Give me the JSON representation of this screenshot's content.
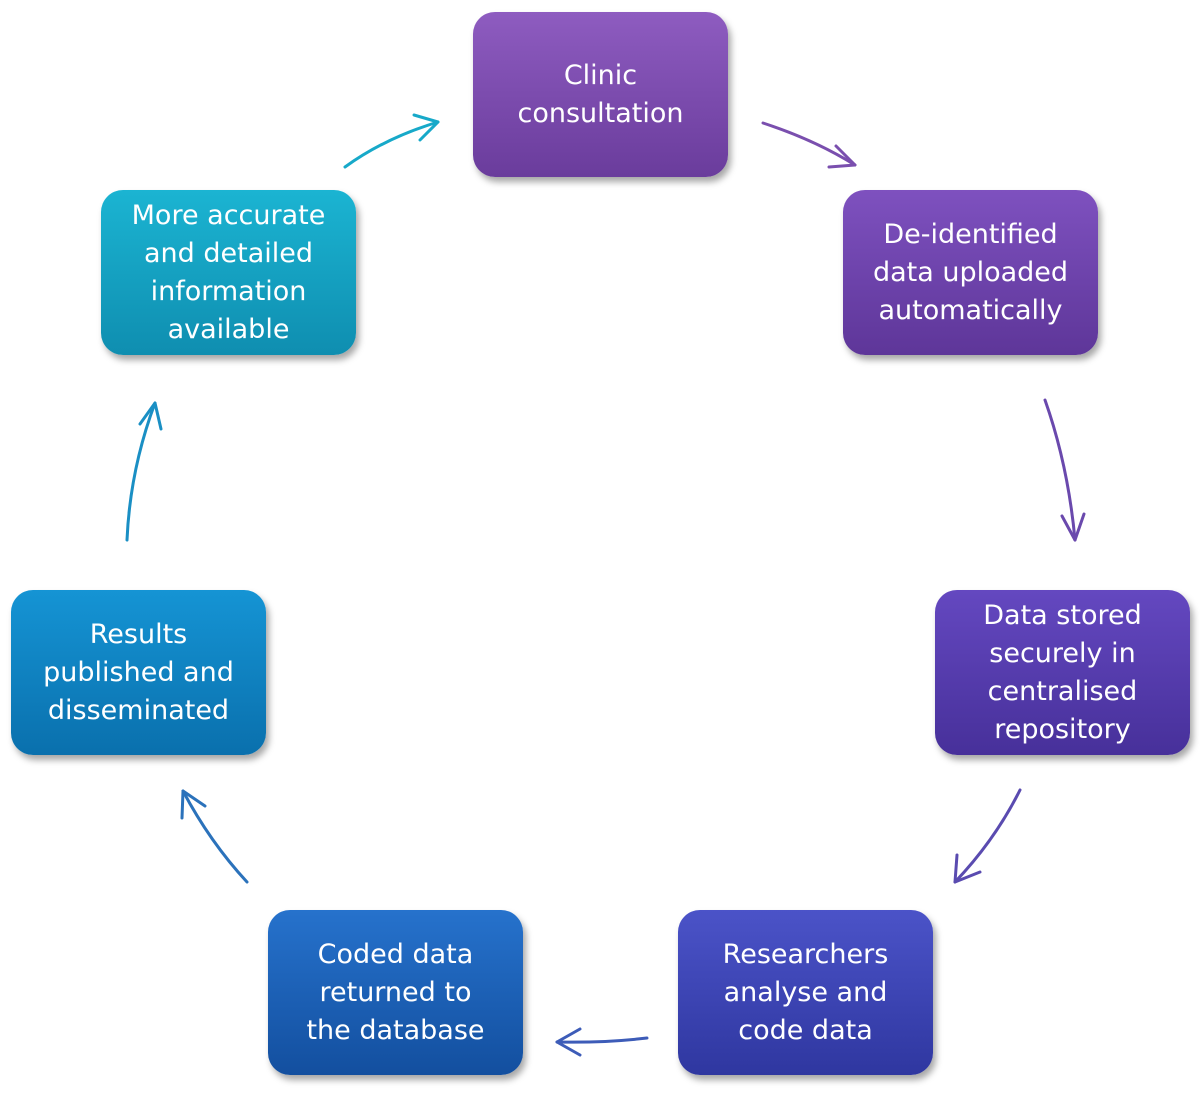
{
  "steps": [
    {
      "id": "clinic",
      "text": "Clinic\nconsultation",
      "color_top": "#8e5cc0",
      "color_bottom": "#6a3c9c"
    },
    {
      "id": "deidentified",
      "text": "De-identified\ndata uploaded\nautomatically",
      "color_top": "#7e51bf",
      "color_bottom": "#5e3699"
    },
    {
      "id": "stored",
      "text": "Data stored\nsecurely in\ncentralised\nrepository",
      "color_top": "#6448c0",
      "color_bottom": "#47309a"
    },
    {
      "id": "researchers",
      "text": "Researchers\nanalyse and\ncode data",
      "color_top": "#4b53c8",
      "color_bottom": "#2f37a0"
    },
    {
      "id": "coded",
      "text": "Coded data\nreturned to\nthe database",
      "color_top": "#2672cc",
      "color_bottom": "#134f9f"
    },
    {
      "id": "results",
      "text": "Results\npublished and\ndisseminated",
      "color_top": "#1594d4",
      "color_bottom": "#0a70ad"
    },
    {
      "id": "accurate",
      "text": "More accurate\nand detailed\ninformation\navailable",
      "color_top": "#1bb4d2",
      "color_bottom": "#0f8eb0"
    }
  ],
  "arrow_colors": {
    "clinic_to_deidentified": "#7a4fae",
    "deidentified_to_stored": "#6a49ad",
    "stored_to_researchers": "#5a4bb0",
    "researchers_to_coded": "#3d5cb8",
    "coded_to_results": "#2b72bb",
    "results_to_accurate": "#1a8fc4",
    "accurate_to_clinic": "#17a9c9"
  }
}
